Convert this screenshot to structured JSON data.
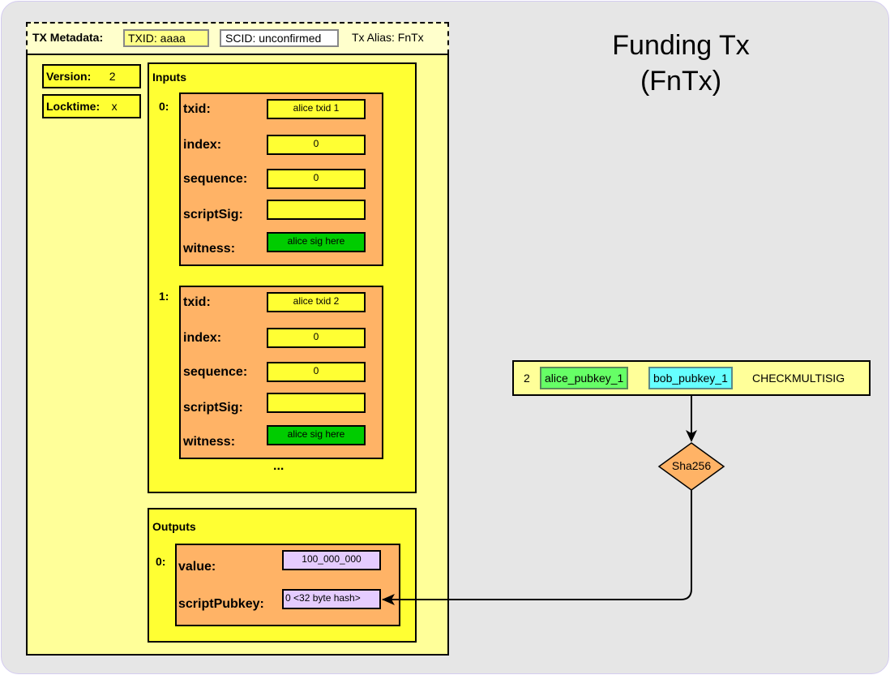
{
  "title": {
    "line1": "Funding Tx",
    "line2": "(FnTx)"
  },
  "metadata": {
    "label": "TX Metadata:",
    "txid": "TXID:  aaaa",
    "scid": "SCID: unconfirmed",
    "alias": "Tx Alias: FnTx"
  },
  "version": {
    "label": "Version:",
    "value": "2"
  },
  "locktime": {
    "label": "Locktime:",
    "value": "x"
  },
  "inputs": {
    "title": "Inputs",
    "field_labels": [
      "txid:",
      "index:",
      "sequence:",
      "scriptSig:",
      "witness:"
    ],
    "items": [
      {
        "index": "0:",
        "txid": "alice txid 1",
        "vout": "0",
        "sequence": "0",
        "scriptSig": "",
        "witness": "alice sig here"
      },
      {
        "index": "1:",
        "txid": "alice txid 2",
        "vout": "0",
        "sequence": "0",
        "scriptSig": "",
        "witness": "alice sig here"
      }
    ],
    "more": "..."
  },
  "outputs": {
    "title": "Outputs",
    "field_labels": [
      "value:",
      "scriptPubkey:"
    ],
    "items": [
      {
        "index": "0:",
        "value": "100_000_000",
        "scriptPubkey": "0 <32 byte hash>"
      }
    ]
  },
  "script": {
    "threshold": "2",
    "alice_pubkey": "alice_pubkey_1",
    "bob_pubkey": "bob_pubkey_1",
    "opcode": "CHECKMULTISIG"
  },
  "hash_node": {
    "label": "Sha256"
  },
  "colors": {
    "background": "#e6e6e6",
    "tx_fill": "#ffff99",
    "section_fill": "#ffff33",
    "input_fill": "#ffb366",
    "witness_fill": "#00cc00",
    "output_field_fill": "#e5ccff",
    "alice_key": "#66ff66",
    "bob_key": "#66ffff"
  }
}
